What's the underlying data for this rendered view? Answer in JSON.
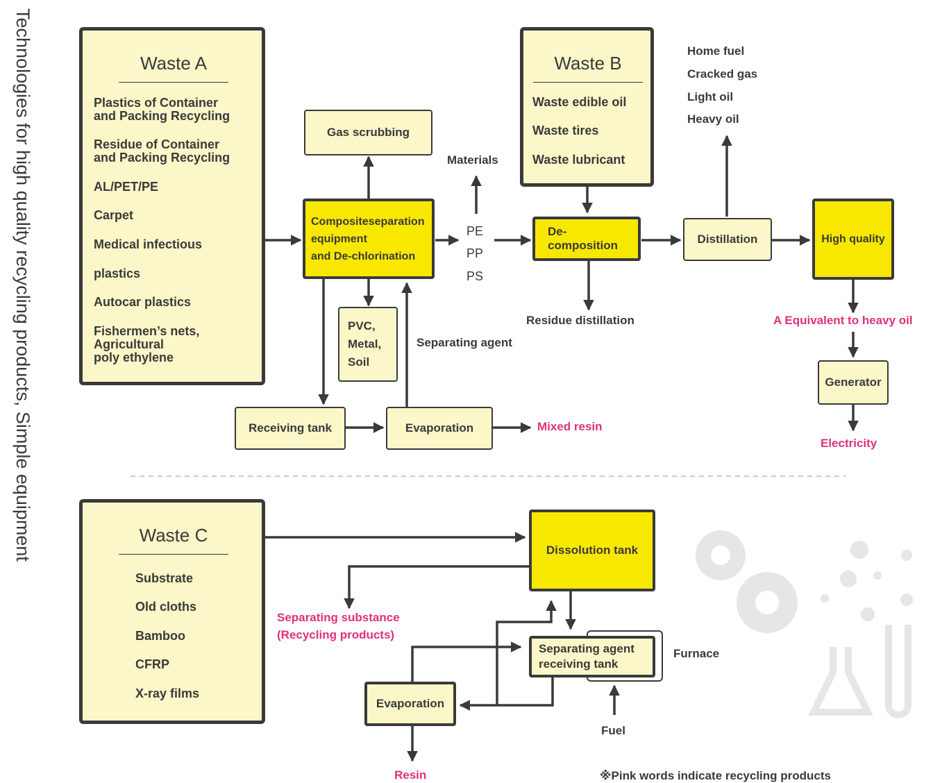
{
  "side_title": "Technologies for high quality recycling products, Simple equipment",
  "waste_a": {
    "title": "Waste A",
    "items": [
      "Plastics of Container\nand Packing Recycling",
      "Residue of Container\nand Packing Recycling",
      "AL/PET/PE",
      "Carpet",
      "Medical infectious",
      "plastics",
      "Autocar plastics",
      "Fishermen’s nets,\nAgricultural\npoly ethylene"
    ]
  },
  "waste_b": {
    "title": "Waste B",
    "items": [
      "Waste edible oil",
      "Waste tires",
      "Waste lubricant"
    ]
  },
  "waste_c": {
    "title": "Waste C",
    "items": [
      "Substrate",
      "Old cloths",
      "Bamboo",
      "CFRP",
      "X-ray films"
    ]
  },
  "process": {
    "gas_scrubbing": "Gas scrubbing",
    "composite_sep": "Compositeseparation\nequipment\nand De-chlorination",
    "pvc_metal_soil": "PVC,\nMetal,\nSoil",
    "receiving_tank": "Receiving tank",
    "evaporation": "Evaporation",
    "decomposition": "De-\ncomposition",
    "distillation": "Distillation",
    "high_quality": "High quality",
    "generator": "Generator",
    "dissolution_tank": "Dissolution tank",
    "sep_agent_tank": "Separating agent\nreceiving tank",
    "evaporation_c": "Evaporation"
  },
  "labels": {
    "materials": "Materials",
    "pe": "PE",
    "pp": "PP",
    "ps": "PS",
    "separating_agent": "Separating agent",
    "residue_distillation": "Residue distillation",
    "home_fuel": "Home fuel",
    "cracked_gas": "Cracked gas",
    "light_oil": "Light oil",
    "heavy_oil": "Heavy oil",
    "furnace": "Furnace",
    "fuel": "Fuel"
  },
  "products": {
    "mixed_resin": "Mixed resin",
    "a_equivalent": "A Equivalent to heavy oil",
    "electricity": "Electricity",
    "separating_substance": "Separating substance\n(Recycling products)",
    "resin": "Resin"
  },
  "footnote": "※Pink words indicate recycling products",
  "colors": {
    "accent_yellow": "#f8e800",
    "pale_yellow": "#fbf7c8",
    "pink": "#e0307a",
    "ink": "#3a3a3a"
  }
}
